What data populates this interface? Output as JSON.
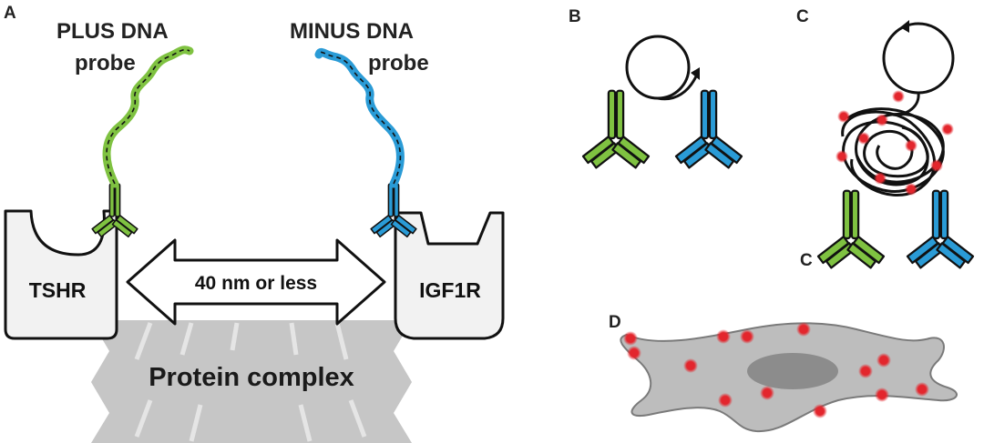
{
  "panels": {
    "a": "A",
    "b": "B",
    "c": "C",
    "d": "D"
  },
  "panel_a": {
    "plus_probe_line1": "PLUS DNA",
    "plus_probe_line2": "probe",
    "minus_probe_line1": "MINUS DNA",
    "minus_probe_line2": "probe",
    "left_receptor": "TSHR",
    "right_receptor": "IGF1R",
    "distance": "40 nm or less",
    "complex": "Protein complex"
  },
  "colors": {
    "green": "#7fc241",
    "blue": "#2a9bd6",
    "red_dot": "#d61f26",
    "cell_fill": "#bdbdbd",
    "nucleus": "#8c8c8c",
    "receptor_fill": "#f2f2f2",
    "complex_fill": "#c7c7c7"
  }
}
